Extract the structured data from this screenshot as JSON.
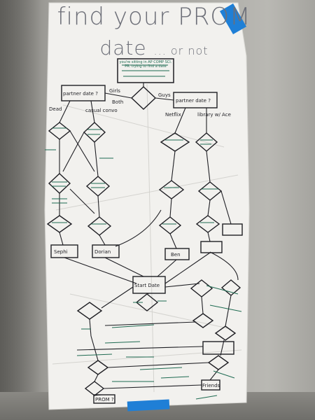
{
  "poster": {
    "title_line1": "find your PROM",
    "title_line2": "date",
    "title_suffix": "... or not",
    "start_box": "you're sitting in AP COMP SCI. PR. trying to find a date",
    "node_labels": [
      "Girls",
      "Guys",
      "Both",
      "partner date ?",
      "partner date ?",
      "Dead",
      "casual convo",
      "Netflix",
      "library w/ Ace",
      "Sephi",
      "Dorian",
      "Ben",
      "Start Date",
      "PROM ?",
      "Friends"
    ]
  },
  "colors": {
    "paper": "#f2f1ee",
    "ink_black": "#1f1f24",
    "ink_green": "#1f6b52",
    "tape_blue": "#1f7fd6",
    "title_gray": "#6d6f78"
  }
}
